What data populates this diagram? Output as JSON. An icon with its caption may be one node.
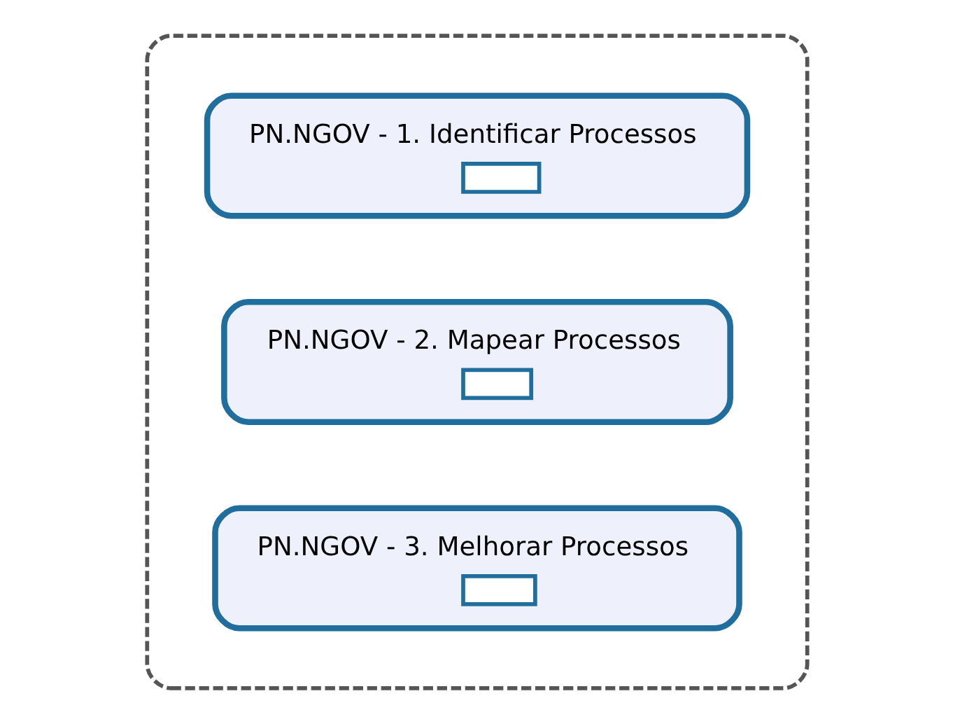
{
  "diagram": {
    "nodes": [
      {
        "text": [],
        "shape": "box"
      },
      {
        "text": [
          "PN.NGOV - 1. Identificar Processos"
        ],
        "in": 0
      },
      {
        "text": [
          "PN.NGOV - 2. Mapear Processos"
        ],
        "in": 0
      },
      {
        "text": [
          "PN.NGOV - 3. Melhorar Processos"
        ],
        "in": 0
      }
    ],
    "edges": []
  }
}
